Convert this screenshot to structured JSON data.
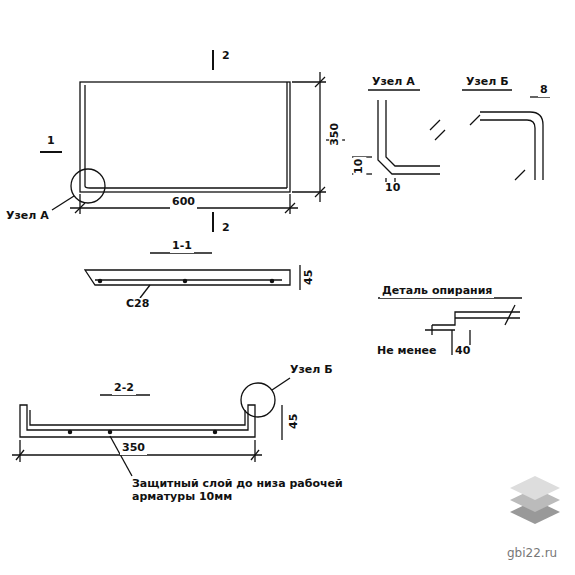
{
  "diagram": {
    "labels": [
      "2",
      "1",
      "350",
      "Узел А",
      "600",
      "2",
      "Узел А",
      "Узел Б",
      "10",
      "10",
      "8",
      "1-1",
      "45",
      "С28",
      "Деталь опирания",
      "Не менее",
      "40",
      "2-2",
      "Узел Б",
      "45",
      "350",
      "Защитный слой до низа рабочей арматуры 10мм",
      "gbi22.ru"
    ]
  }
}
